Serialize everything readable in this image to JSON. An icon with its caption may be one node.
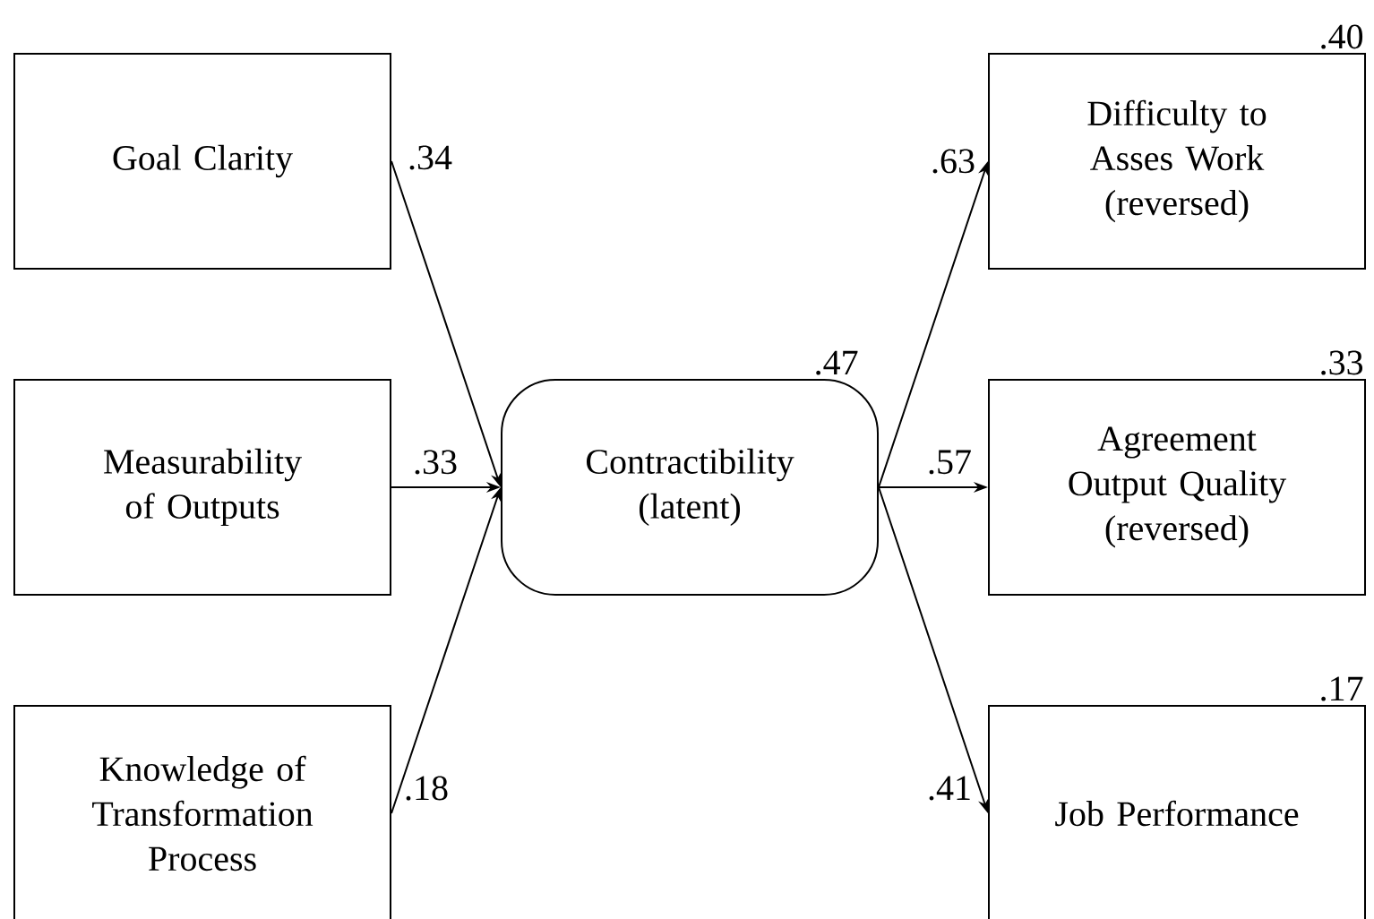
{
  "diagram": {
    "nodes": [
      {
        "text": [
          "Goal Clarity"
        ]
      },
      {
        "text": [
          "Measurability of Outputs"
        ]
      },
      {
        "text": [
          "Knowledge of Transformation Process"
        ]
      },
      {
        "text": [
          "Contractibility (latent)"
        ],
        "beside": [
          ".47"
        ]
      },
      {
        "text": [
          "Difficulty to Asses Work (reversed)"
        ],
        "beside": [
          ".40"
        ]
      },
      {
        "text": [
          "Agreement Output Quality (reversed)"
        ],
        "beside": [
          ".33"
        ]
      },
      {
        "text": [
          "Job Performance"
        ],
        "beside": [
          ".17"
        ]
      }
    ],
    "edges": [
      {
        "from": 0,
        "to": 3,
        "arrow": "to",
        "label": ".34"
      },
      {
        "from": 1,
        "to": 3,
        "arrow": "to",
        "label": ".33"
      },
      {
        "from": 2,
        "to": 3,
        "arrow": "to",
        "label": ".18"
      },
      {
        "from": 3,
        "to": 4,
        "arrow": "to",
        "label": ".63"
      },
      {
        "from": 3,
        "to": 5,
        "arrow": "to",
        "label": ".57"
      },
      {
        "from": 3,
        "to": 6,
        "arrow": "to",
        "label": ".41"
      }
    ]
  }
}
